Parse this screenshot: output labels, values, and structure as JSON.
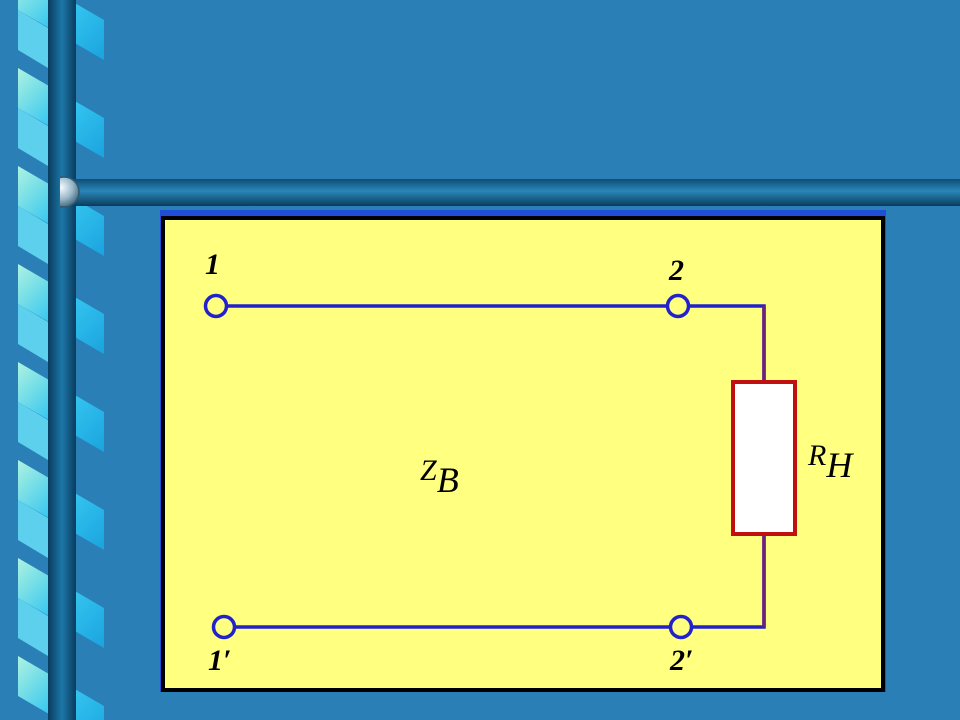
{
  "diagram": {
    "terminals": {
      "t1": "1",
      "t2": "2",
      "t1p": "1′",
      "t2p": "2′"
    },
    "impedance": {
      "main": "Z",
      "sub": "B"
    },
    "resistor": {
      "main": "R",
      "sub": "H"
    }
  },
  "colors": {
    "background": "#2a7fb6",
    "panel": "#ffff80",
    "wire": "#2222cc",
    "resistor_outline": "#c01010",
    "resistor_lead": "#70207a"
  }
}
